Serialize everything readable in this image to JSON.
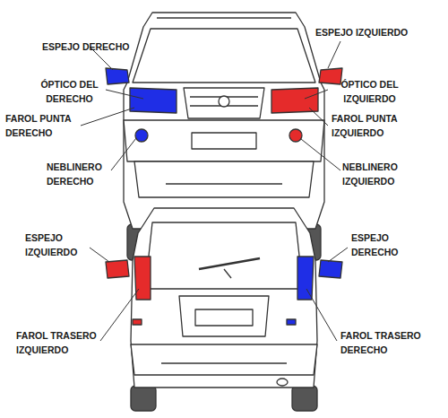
{
  "diagram": {
    "labels": [
      "ESPEJO DERECHO",
      "ESPEJO IZQUIERDO",
      "ÓPTICO DEL DERECHO",
      "ÓPTICO DEL IZQUIERDO",
      "FAROL PUNTA DERECHO",
      "FAROL PUNTA IZQUIERDO",
      "NEBLINERO DERECHO",
      "NEBLINERO IZQUIERDO",
      "ESPEJO IZQUIERDO",
      "ESPEJO DERECHO",
      "FAROL TRASERO IZQUIERDO",
      "FAROL TRASERO DERECHO"
    ]
  }
}
